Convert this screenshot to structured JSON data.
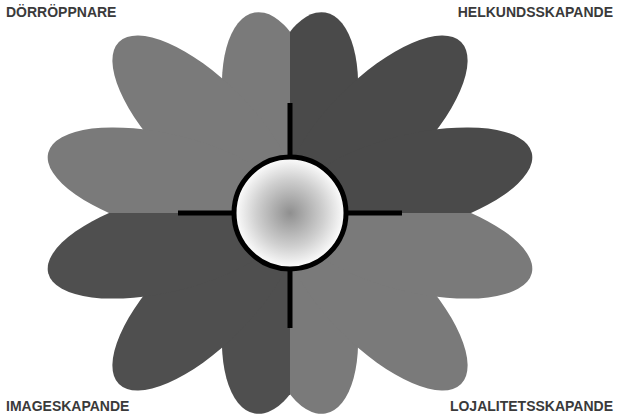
{
  "diagram": {
    "labels": [
      "DÖRRÖPPNARE",
      "HELKUNDSSKAPANDE",
      "IMAGESKAPANDE",
      "LOJALITETSSKAPANDE"
    ]
  }
}
